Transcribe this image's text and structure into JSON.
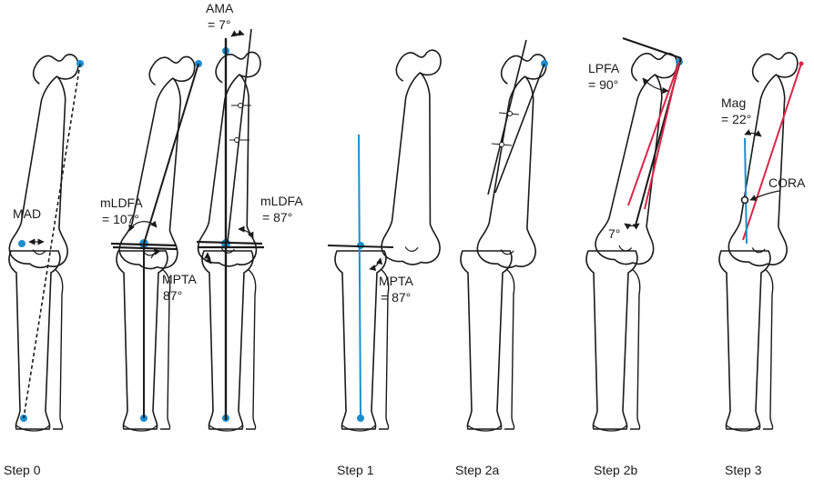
{
  "steps": [
    "Step 0",
    "Step 1",
    "Step 2a",
    "Step 2b",
    "Step 3"
  ],
  "labels": {
    "mad": "MAD",
    "ama_title": "AMA",
    "ama_value": "= 7°",
    "mldfa1_title": "mLDFA",
    "mldfa1_value": "= 107°",
    "mpta1_title": "MPTA",
    "mpta1_value": "87°",
    "mldfa2_title": "mLDFA",
    "mldfa2_value": "= 87°",
    "mpta2_title": "MPTA",
    "mpta2_value": "= 87°",
    "lpfa_title": "LPFA",
    "lpfa_value": "= 90°",
    "angle_7": "7°",
    "mag_title": "Mag",
    "mag_value": "= 22°",
    "cora": "CORA"
  },
  "colors": {
    "bone": "#1a1a1a",
    "axis_blue": "#1a8fd0",
    "axis_red": "#d8284a",
    "point_blue": "#1b8ecf"
  }
}
